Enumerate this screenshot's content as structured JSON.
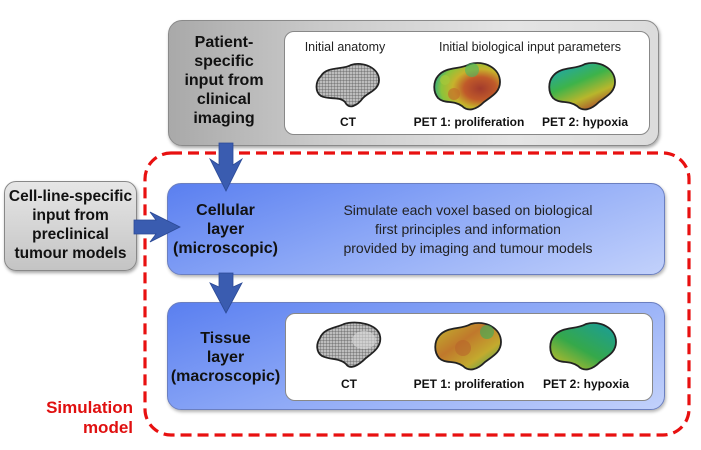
{
  "patient_input": {
    "label_lines": [
      "Patient-",
      "specific",
      "input from",
      "clinical",
      "imaging"
    ],
    "heading_anatomy": "Initial anatomy",
    "heading_bio": "Initial biological input parameters",
    "images": [
      {
        "caption": "CT",
        "icon": "ct-scan-shape-icon"
      },
      {
        "caption": "PET 1: proliferation",
        "icon": "pet-proliferation-map-icon"
      },
      {
        "caption": "PET 2: hypoxia",
        "icon": "pet-hypoxia-map-icon"
      }
    ]
  },
  "cell_line_input": {
    "label_lines": [
      "Cell-line-specific",
      "input from",
      "preclinical",
      "tumour models"
    ]
  },
  "cellular_layer": {
    "label_lines": [
      "Cellular",
      "layer",
      "(microscopic)"
    ],
    "description_lines": [
      "Simulate each voxel based on biological",
      "first principles and information",
      "provided by imaging and tumour models"
    ]
  },
  "tissue_layer": {
    "label_lines": [
      "Tissue",
      "layer",
      "(macroscopic)"
    ],
    "images": [
      {
        "caption": "CT",
        "icon": "ct-scan-shape-icon"
      },
      {
        "caption": "PET 1: proliferation",
        "icon": "pet-proliferation-map-icon"
      },
      {
        "caption": "PET 2: hypoxia",
        "icon": "pet-hypoxia-map-icon"
      }
    ]
  },
  "simulation_model": {
    "label_lines": [
      "Simulation",
      "model"
    ]
  },
  "colors": {
    "arrow": "#3a5cb0",
    "dashed_border": "#e81010",
    "label_red": "#e01010"
  }
}
